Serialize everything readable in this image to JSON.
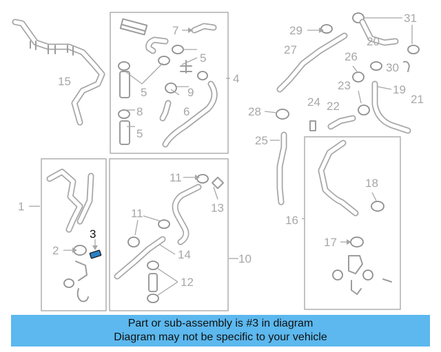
{
  "diagram": {
    "highlight_part": "3",
    "highlight_color": "#2a7fc1",
    "labels": {
      "p1": "1",
      "p2": "2",
      "p3": "3",
      "p4": "4",
      "p5a": "5",
      "p5b": "5",
      "p5c": "5",
      "p6": "6",
      "p7": "7",
      "p8": "8",
      "p9": "9",
      "p10": "10",
      "p11a": "11",
      "p11b": "11",
      "p12": "12",
      "p13": "13",
      "p14": "14",
      "p15": "15",
      "p16": "16",
      "p17": "17",
      "p18": "18",
      "p19": "19",
      "p20": "20",
      "p21": "21",
      "p22": "22",
      "p23": "23",
      "p24": "24",
      "p25": "25",
      "p26": "26",
      "p27": "27",
      "p28": "28",
      "p29": "29",
      "p30": "30",
      "p31": "31"
    }
  },
  "banner": {
    "line1": "Part or sub-assembly is #3 in diagram",
    "line2": "Diagram may not be specific to your vehicle",
    "background": "#5cb8ee"
  }
}
